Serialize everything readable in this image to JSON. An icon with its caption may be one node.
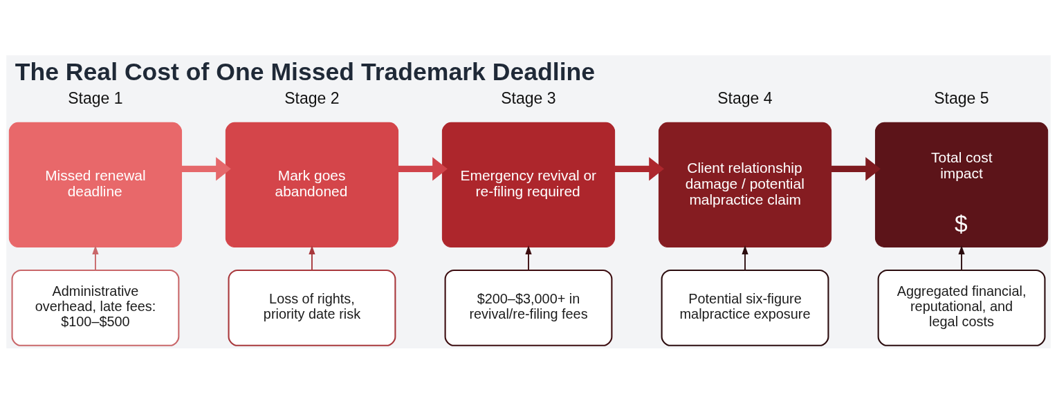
{
  "diagram": {
    "title": "The Real Cost of One Missed Trademark Deadline",
    "nodes": [
      {
        "text": [
          "Stage 1",
          "Missed renewal deadline"
        ]
      },
      {
        "text": [
          "Stage 2",
          "Mark goes abandoned"
        ]
      },
      {
        "text": [
          "Stage 3",
          "Emergency revival or re-filing required"
        ]
      },
      {
        "text": [
          "Stage 4",
          "Client relationship damage / potential malpractice claim"
        ]
      },
      {
        "text": [
          "Stage 5",
          "Total cost impact",
          "$"
        ]
      },
      {
        "text": [
          "Administrative overhead, late fees: $100–$500"
        ]
      },
      {
        "text": [
          "Loss of rights, priority date risk"
        ]
      },
      {
        "text": [
          "$200–$3,000+ in revival/re-filing fees"
        ]
      },
      {
        "text": [
          "Potential six-figure malpractice exposure"
        ]
      },
      {
        "text": [
          "Aggregated financial, reputational, and legal costs"
        ]
      }
    ],
    "edges": [
      {
        "from": 0,
        "to": 1,
        "arrow": "to",
        "style": "thick",
        "color": "#e5686b"
      },
      {
        "from": 1,
        "to": 2,
        "arrow": "to",
        "style": "thick",
        "color": "#d0434a"
      },
      {
        "from": 2,
        "to": 3,
        "arrow": "to",
        "style": "thick",
        "color": "#ad272d"
      },
      {
        "from": 3,
        "to": 4,
        "arrow": "to",
        "style": "thick",
        "color": "#7e1a1f"
      },
      {
        "from": 5,
        "to": 0,
        "arrow": "to",
        "color": "#c9676a"
      },
      {
        "from": 6,
        "to": 1,
        "arrow": "to",
        "color": "#a8383c"
      },
      {
        "from": 7,
        "to": 2,
        "arrow": "to",
        "color": "#3d0d10"
      },
      {
        "from": 8,
        "to": 3,
        "arrow": "to",
        "color": "#2b0c0e"
      },
      {
        "from": 9,
        "to": 4,
        "arrow": "to",
        "color": "#2b0c0e"
      }
    ]
  }
}
